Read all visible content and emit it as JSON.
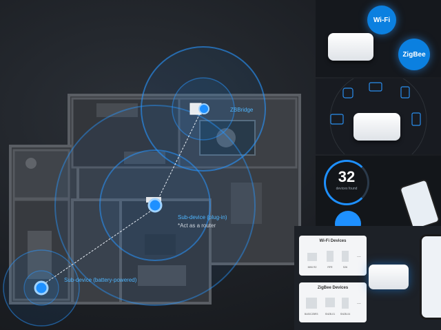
{
  "floorplan": {
    "hub_label": "ZBBridge",
    "plug_label": "Sub-device (plug-in)",
    "plug_note": "*Act as a router",
    "battery_label": "Sub-device (battery-powered)"
  },
  "panel1": {
    "wifi_badge": "Wi-Fi",
    "zigbee_badge": "ZigBee"
  },
  "panel3": {
    "count": "32",
    "count_caption": "devices found"
  },
  "panel4": {
    "wifi_title": "Wi-Fi Devices",
    "wifi_devices": [
      "MINI R2",
      "RFR",
      "S26"
    ],
    "zigbee_title": "ZigBee Devices",
    "zigbee_devices": [
      "BASICZBR3",
      "SNZB-01",
      "SNZB-04"
    ],
    "more": "..."
  },
  "colors": {
    "accent": "#1e90ff",
    "background": "#1c1f24",
    "panel": "#15181d"
  }
}
